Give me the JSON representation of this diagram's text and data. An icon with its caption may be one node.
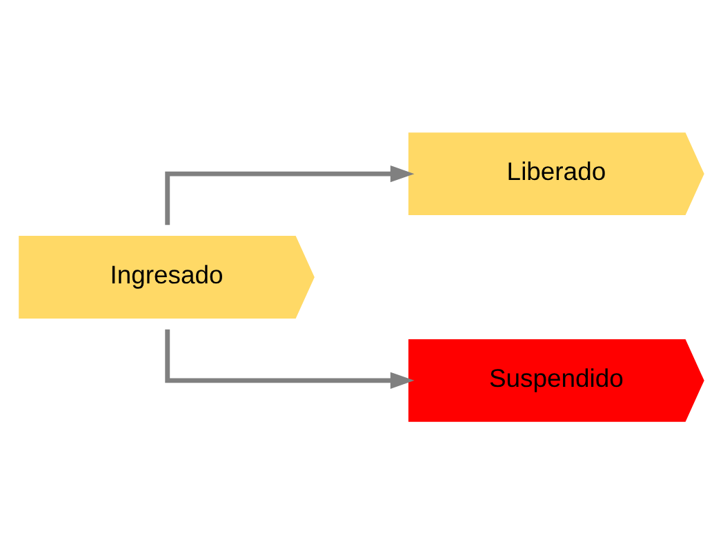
{
  "diagram": {
    "nodes": [
      {
        "text": [
          "Ingresado"
        ]
      },
      {
        "text": [
          "Liberado"
        ]
      },
      {
        "text": [
          "Suspendido"
        ]
      }
    ],
    "edges": [
      {
        "from": 0,
        "to": 1,
        "arrow": "to"
      },
      {
        "from": 0,
        "to": 2,
        "arrow": "to"
      }
    ]
  }
}
